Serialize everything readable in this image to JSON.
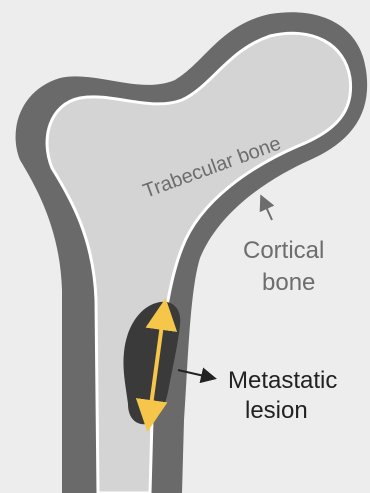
{
  "labels": {
    "trabecular": "Trabecular bone",
    "cortical_line1": "Cortical",
    "cortical_line2": "bone",
    "lesion_line1": "Metastatic",
    "lesion_line2": "lesion"
  },
  "colors": {
    "background": "#ededed",
    "cortical": "#6a6a6a",
    "trabecular": "#d4d4d4",
    "outline": "#ffffff",
    "lesion": "#3a3a3a",
    "measure_arrow": "#f5c64a",
    "text_gray": "#6d6d6d",
    "text_black": "#222222"
  }
}
